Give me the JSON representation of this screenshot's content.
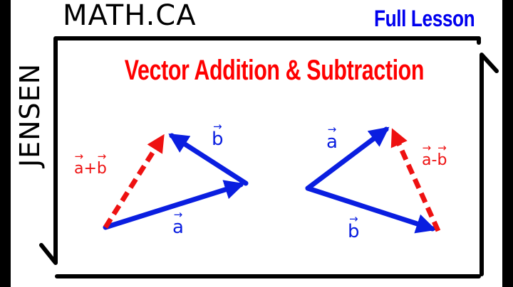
{
  "brand": {
    "site": "MATH.CA",
    "side_name": "JENSEN"
  },
  "badge": "Full Lesson",
  "title": "Vector Addition & Subtraction",
  "colors": {
    "title_red": "#ff0000",
    "badge_blue": "#0000ee",
    "vector_blue": "#0a1ee0",
    "result_red": "#ee1111",
    "frame_black": "#000000"
  },
  "diagrams": {
    "addition": {
      "vector_a_label": "a",
      "vector_b_label": "b",
      "result_label_a": "a",
      "result_op": "+",
      "result_label_b": "b"
    },
    "subtraction": {
      "vector_a_label": "a",
      "vector_b_label": "b",
      "result_label_a": "a",
      "result_op": "-",
      "result_label_b": "b"
    }
  }
}
